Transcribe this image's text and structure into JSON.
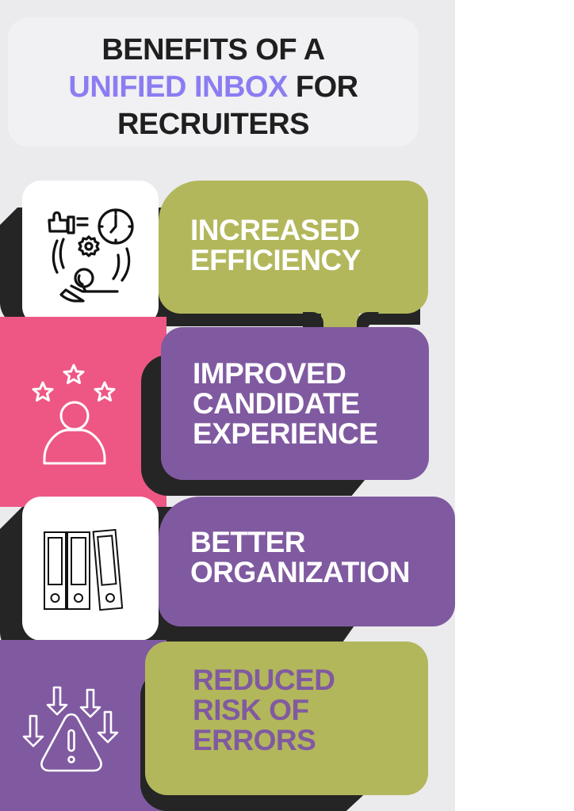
{
  "title": {
    "line1": "BENEFITS OF A",
    "line2_accent": "UNIFIED INBOX",
    "line2_rest": " FOR",
    "line3": "RECRUITERS"
  },
  "colors": {
    "panel_bg": "#ebebed",
    "title_accent": "#8a7df2",
    "olive": "#b2b75b",
    "purple": "#805aa0",
    "pink": "#ee5784",
    "dark": "#252525",
    "white": "#ffffff"
  },
  "benefits": [
    {
      "label_line1": "INCREASED",
      "label_line2": "EFFICIENCY",
      "label_line3": "",
      "icon": "efficiency-cycle-icon",
      "label_color": "olive",
      "tile_color": "white"
    },
    {
      "label_line1": "IMPROVED",
      "label_line2": "CANDIDATE",
      "label_line3": "EXPERIENCE",
      "icon": "user-rating-stars-icon",
      "label_color": "purple",
      "tile_color": "pink"
    },
    {
      "label_line1": "BETTER",
      "label_line2": "ORGANIZATION",
      "label_line3": "",
      "icon": "binders-folders-icon",
      "label_color": "purple",
      "tile_color": "white"
    },
    {
      "label_line1": "REDUCED",
      "label_line2": "RISK OF",
      "label_line3": "ERRORS",
      "icon": "warning-arrows-icon",
      "label_color": "olive",
      "tile_color": "purple"
    }
  ]
}
